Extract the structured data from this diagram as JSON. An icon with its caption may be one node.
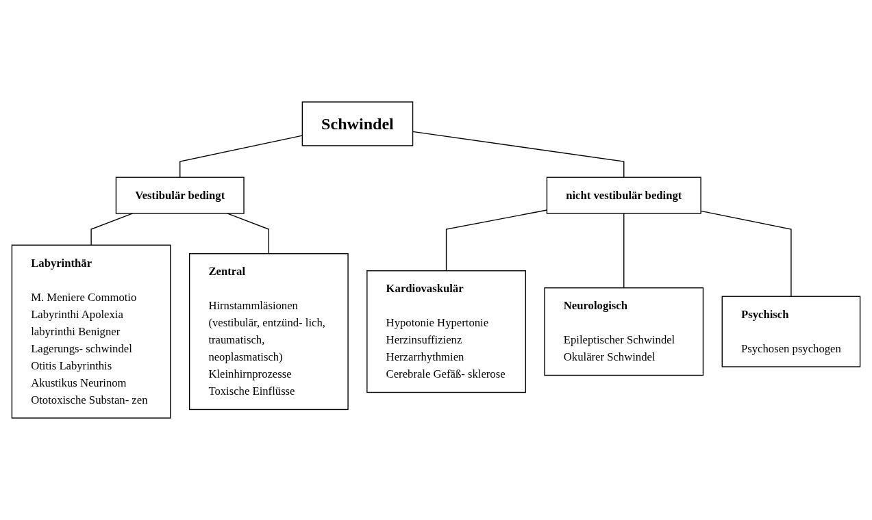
{
  "diagram": {
    "nodes": [
      {
        "text": [
          "Schwindel"
        ]
      },
      {
        "text": [
          "Vestibulär bedingt"
        ]
      },
      {
        "text": [
          "nicht vestibulär bedingt"
        ]
      },
      {
        "text": [
          "Labyrinthär",
          "M. Meniere Commotio Labyrinthi Apolexia labyrinthi Benigner Lagerungs- schwindel Otitis Labyrinthis Akustikus Neurinom Ototoxische Substan- zen"
        ]
      },
      {
        "text": [
          "Zentral",
          "Hirnstammläsionen (vestibulär, entzünd- lich, traumatisch, neoplasmatisch) Kleinhirnprozesse Toxische Einflüsse"
        ]
      },
      {
        "text": [
          "Kardiovaskulär",
          "Hypotonie Hypertonie Herzinsuffizienz Herzarrhythmien Cerebrale Gefäß- sklerose"
        ]
      },
      {
        "text": [
          "Neurologisch",
          "Epileptischer Schwindel Okulärer Schwindel"
        ]
      },
      {
        "text": [
          "Psychisch",
          "Psychosen psychogen"
        ]
      }
    ],
    "edges": [
      {
        "from": 0,
        "to": 1,
        "arrow": "none"
      },
      {
        "from": 0,
        "to": 2,
        "arrow": "none"
      },
      {
        "from": 1,
        "to": 3,
        "arrow": "none"
      },
      {
        "from": 1,
        "to": 4,
        "arrow": "none"
      },
      {
        "from": 2,
        "to": 5,
        "arrow": "none"
      },
      {
        "from": 2,
        "to": 6,
        "arrow": "none"
      },
      {
        "from": 2,
        "to": 7,
        "arrow": "none"
      }
    ]
  }
}
